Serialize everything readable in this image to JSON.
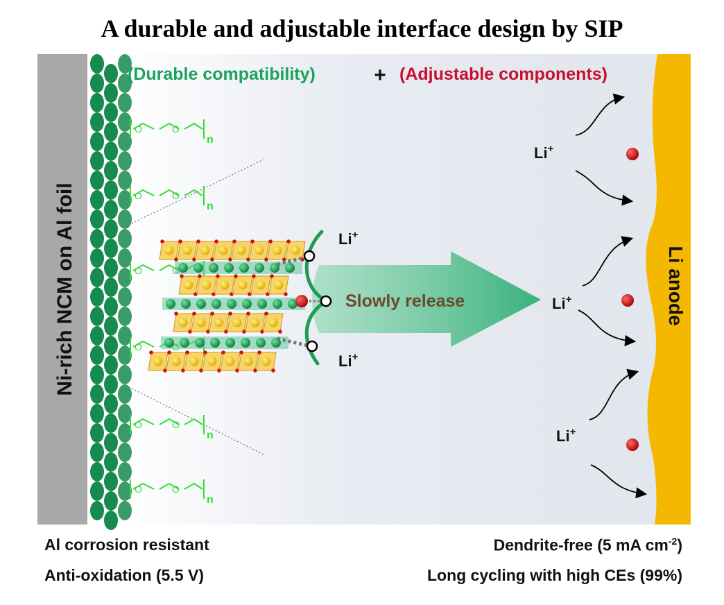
{
  "title": "A durable and adjustable interface design by SIP",
  "header": {
    "durable": "(Durable compatibility)",
    "plus": "+",
    "adjustable": "(Adjustable components)"
  },
  "labels": {
    "cathode": "Ni-rich NCM on Al foil",
    "anode": "Li anode",
    "release": "Slowly release",
    "li_ion": "Li",
    "li_charge": "+",
    "polymer_o": "O",
    "polymer_n": "n"
  },
  "footer": {
    "left_1": "Al corrosion resistant",
    "left_2": "Anti-oxidation (5.5 V)",
    "right_1_main": "Dendrite-free (5 mA cm",
    "right_1_sup": "-2",
    "right_1_end": ")",
    "right_2": "Long cycling with high CEs (99%)"
  },
  "colors": {
    "green_text": "#1aa35a",
    "red_text": "#c8102e",
    "brown_text": "#6b4a2a",
    "polymer": "#33dd33",
    "anode": "#f5b800",
    "foil": "#a8a8a8",
    "nanoparticle": "#168a4f",
    "background": "#e3e7ee"
  }
}
